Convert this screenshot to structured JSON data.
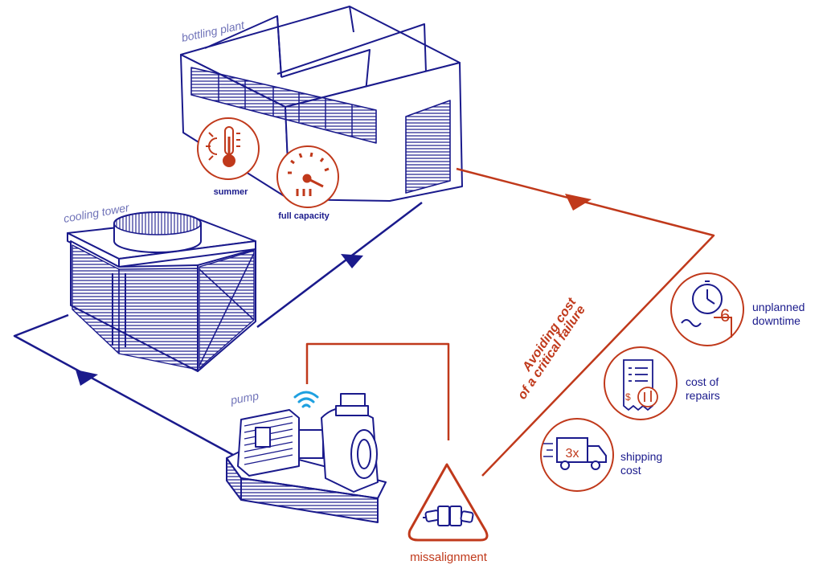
{
  "labels": {
    "bottling_plant": "bottling plant",
    "cooling_tower": "cooling tower",
    "pump": "pump",
    "summer": "summer",
    "full_capacity": "full capacity",
    "missalignment": "missalignment",
    "avoiding_line1": "Avoiding cost",
    "avoiding_line2": "of a critical failure",
    "downtime_line1": "unplanned",
    "downtime_line2": "downtime",
    "repairs_line1": "cost of",
    "repairs_line2": "repairs",
    "shipping_line1": "shipping",
    "shipping_line2": "cost",
    "clock_number": "6",
    "truck_multiplier": "3x"
  },
  "colors": {
    "blue": "#1a1a8c",
    "blue_light": "#6f72b8",
    "orange": "#c0391b",
    "wifi": "#1ea0e0"
  },
  "icons": [
    "thermometer-icon",
    "speedometer-icon",
    "clock-icon",
    "receipt-wrench-icon",
    "truck-icon",
    "wifi-icon",
    "coupling-icon"
  ]
}
